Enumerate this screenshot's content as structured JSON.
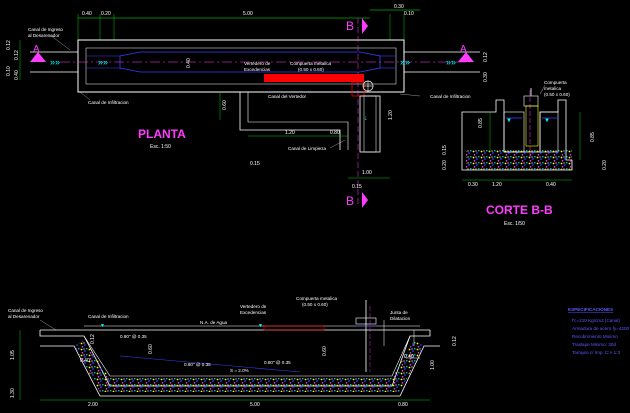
{
  "titles": {
    "plan": "PLANTA",
    "plan_scale": "Esc. 1:50",
    "section": "CORTE B-B",
    "section_scale": "Esc. 1/50"
  },
  "markers": {
    "a": "A",
    "b": "B"
  },
  "plan_labels": {
    "canal_ingreso": "Canal de Ingreso",
    "al_desarenador": "al Desarenador",
    "canal_infiltracion_left": "Canal de Infiltracion",
    "vertedero": "Vertedero de",
    "excedencias": "Excedencias",
    "compuerta_metalica": "Compuerta metalica",
    "compuerta_dim": "(0.50 x 0.60)",
    "canal_vertedor": "Canal del Vertedor",
    "canal_infiltracion_right": "Canal de Infiltracion",
    "canal_limpieza": "Canal de Limpieza"
  },
  "plan_dims": {
    "d040": "0.40",
    "d020": "0.20",
    "d500": "5.00",
    "d030": "0.30",
    "d010": "0.10",
    "d040b": "0.40",
    "d012a": "0.12",
    "d012b": "0.12",
    "d010b": "0.10",
    "d040c": "0.40",
    "d012c": "0.12",
    "d030b": "0.30",
    "d120": "1.20",
    "d080": "0.80",
    "d015": "0.15",
    "d015b": "0.15",
    "d100": "1.00",
    "d120b": "1.20",
    "d060": "0.60"
  },
  "section_labels": {
    "compuerta": "Compuerta",
    "metalica": "metalica",
    "compuerta_dim": "(0.50 x 0.60)"
  },
  "section_dims": {
    "d085": "0.85",
    "d085b": "0.85",
    "d015": "0.15",
    "d020": "0.20",
    "d030": "0.30",
    "d120": "1.20",
    "d040": "0.40",
    "d020b": "0.20"
  },
  "long_labels": {
    "canal_ingreso": "Canal de Ingreso",
    "al_desarenador": "al Desarenador",
    "canal_infiltracion": "Canal de Infiltracion",
    "vertedero": "Vertedero de",
    "excedencias": "Excedencias",
    "compuerta": "Compuerta metalica",
    "compuerta_dim": "(0.50 x 0.60)",
    "junta": "Junta de",
    "dilatacion": "Dilatacion",
    "nivel_agua": "N.A. de Agua",
    "tub1": "0.80\" @ 0.35",
    "tub2": "0.80\" @ 0.35",
    "tub3": "0.80\" @ 0.35",
    "slope": "S = 2.0%"
  },
  "long_dims": {
    "d105": "1.05",
    "d130": "1.30",
    "d040": "0.40",
    "d060": "0.60",
    "d012": "0.12",
    "d200": "2.00",
    "d500": "5.00",
    "d060b": "0.60",
    "d040b": "0.40",
    "d100": "1.00",
    "d012b": "0.12",
    "d080": "0.80"
  },
  "specs": {
    "heading": "ESPECIFICACIONES",
    "lines": [
      "f'c=210 Kg/cm2 (Canal)",
      "Armadura de acero fy=4200",
      "Recubrimiento Minimo",
      "Traslape Minimo: 30d",
      "Tarrajeo c/ Imp. C:A 1:3"
    ]
  },
  "colors": {
    "concrete": "#ffffff",
    "water_line": "#3c3cff",
    "axis": "#ff3cff",
    "gravel": "#ffff00",
    "gate": "#ff0000",
    "dims": "#00ff00"
  }
}
